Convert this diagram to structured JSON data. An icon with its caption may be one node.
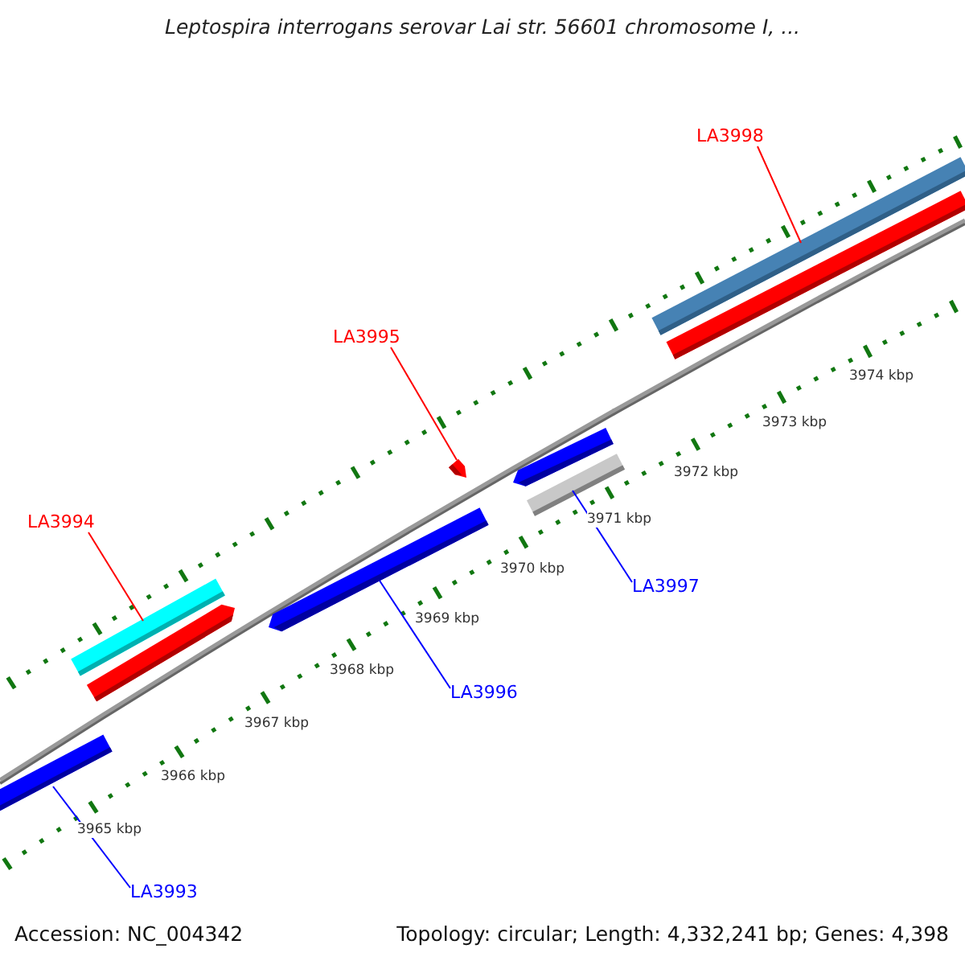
{
  "diagram": {
    "title": "Leptospira interrogans serovar Lai str. 56601 chromosome I, ...",
    "nodes": [
      {
        "text": [
          "LA3998"
        ]
      },
      {
        "text": [
          "LA3995"
        ]
      },
      {
        "text": [
          "LA3994"
        ]
      },
      {
        "text": [
          "LA3997"
        ]
      },
      {
        "text": [
          "LA3996"
        ]
      },
      {
        "text": [
          "LA3993"
        ]
      },
      {
        "text": [],
        "shape": "bar"
      },
      {
        "text": [],
        "shape": "bar"
      },
      {
        "text": [],
        "shape": "bar"
      },
      {
        "text": [],
        "shape": "bar"
      },
      {
        "text": [],
        "shape": "bar"
      },
      {
        "text": [],
        "shape": "bar"
      },
      {
        "text": [],
        "shape": "bar"
      },
      {
        "text": [],
        "shape": "bar"
      },
      {
        "text": [],
        "shape": "bar"
      }
    ],
    "edges": [
      {
        "from": 0,
        "to": 6,
        "arrow": "none",
        "color": "#ff0000"
      },
      {
        "from": 1,
        "to": 8,
        "arrow": "none",
        "color": "#ff0000"
      },
      {
        "from": 2,
        "to": 11,
        "arrow": "none",
        "color": "#ff0000"
      },
      {
        "from": 3,
        "to": 10,
        "arrow": "none",
        "color": "#0000ff"
      },
      {
        "from": 4,
        "to": 13,
        "arrow": "none",
        "color": "#0000ff"
      },
      {
        "from": 5,
        "to": 14,
        "arrow": "none",
        "color": "#0000ff"
      }
    ],
    "labels": [
      "3974 kbp",
      "3973 kbp",
      "3972 kbp",
      "3971 kbp",
      "3970 kbp",
      "3969 kbp",
      "3968 kbp",
      "3967 kbp",
      "3966 kbp",
      "3965 kbp",
      "Accession: NC_004342",
      "Topology: circular; Length: 4,332,241 bp; Genes: 4,398"
    ]
  }
}
